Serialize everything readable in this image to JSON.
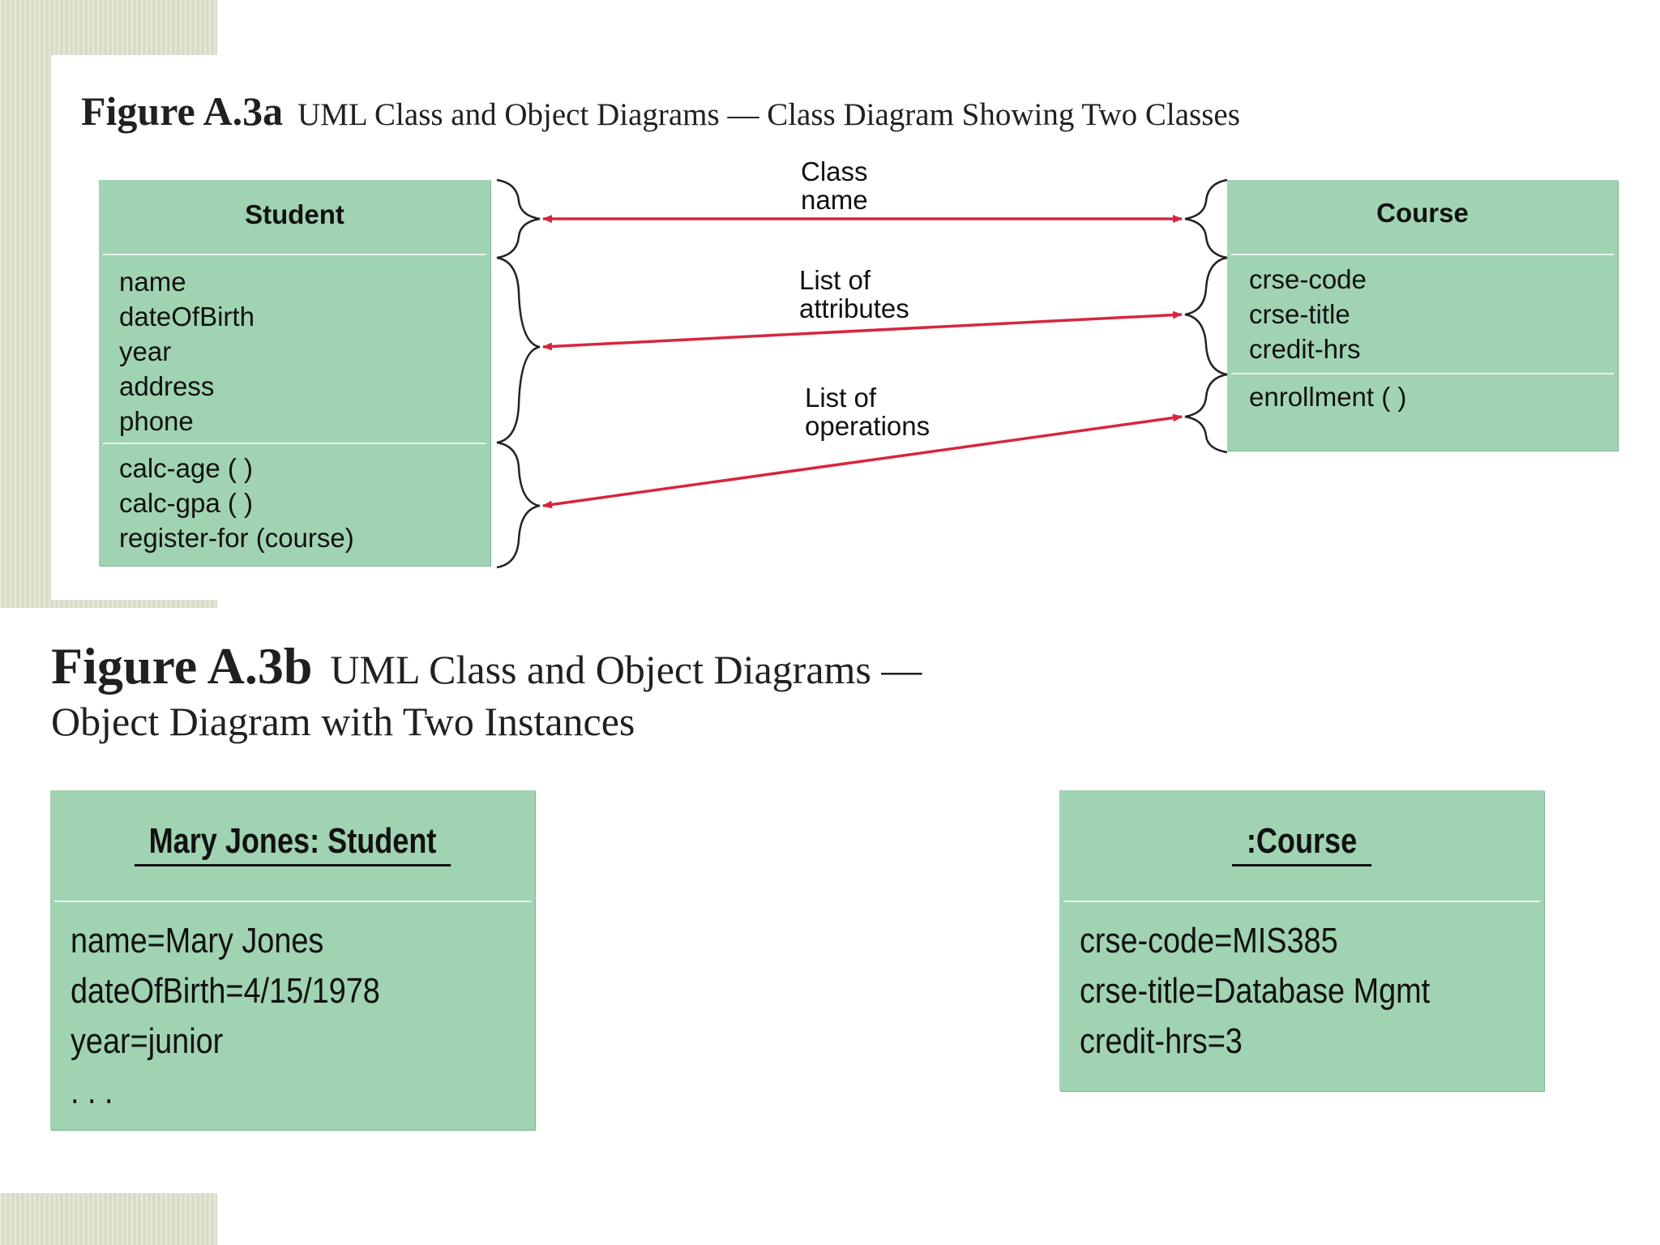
{
  "figure_a": {
    "number": "Figure A.3a",
    "caption": "UML Class and Object Diagrams — Class Diagram Showing Two Classes",
    "student": {
      "name": "Student",
      "attributes": [
        "name",
        "dateOfBirth",
        "year",
        "address",
        "phone"
      ],
      "operations": [
        "calc-age ( )",
        "calc-gpa ( )",
        "register-for (course)"
      ]
    },
    "course": {
      "name": "Course",
      "attributes": [
        "crse-code",
        "crse-title",
        "credit-hrs"
      ],
      "operations": [
        "enrollment ( )"
      ]
    },
    "labels": {
      "class_name": [
        "Class",
        "name"
      ],
      "attributes": [
        "List of",
        "attributes"
      ],
      "operations": [
        "List of",
        "operations"
      ]
    }
  },
  "figure_b": {
    "number": "Figure A.3b",
    "caption_line1": "UML Class and Object Diagrams —",
    "caption_line2": "Object Diagram with Two Instances",
    "student_object": {
      "name": "Mary Jones: Student",
      "values": [
        "name=Mary Jones",
        "dateOfBirth=4/15/1978",
        "year=junior",
        ". . ."
      ]
    },
    "course_object": {
      "name": ":Course",
      "values": [
        "crse-code=MIS385",
        "crse-title=Database Mgmt",
        "credit-hrs=3"
      ]
    }
  },
  "colors": {
    "box_fill": "#a0d3b2",
    "arrow": "#d7263d",
    "side_stripe": "#d9dcc6"
  }
}
